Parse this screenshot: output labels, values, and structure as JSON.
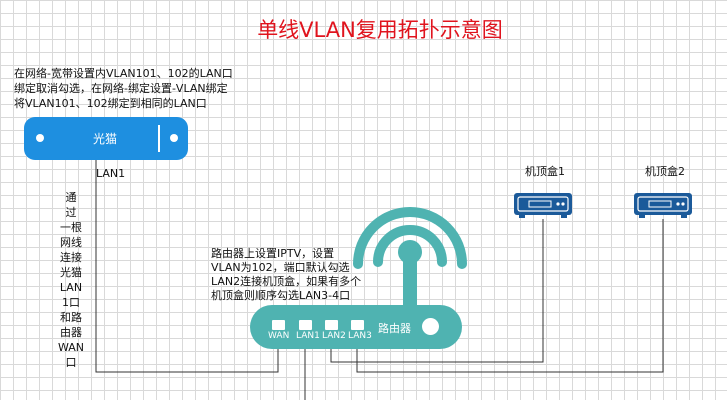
{
  "title": "单线VLAN复用拓扑示意图",
  "notes": {
    "modem": "在网络-宽带设置内VLAN101、102的LAN口\n绑定取消勾选，在网络-绑定设置-VLAN绑定\n将VLAN101、102绑定到相同的LAN口",
    "wire": "通\n过\n一根\n网线\n连接\n光猫\nLAN\n1口\n和路\n由器\nWAN\n口",
    "router": "路由器上设置IPTV，设置\nVLAN为102，端口默认勾选\nLAN2连接机顶盒，如果有多个\n机顶盒则顺序勾选LAN3-4口"
  },
  "modem": {
    "label": "光猫",
    "port_label": "LAN1"
  },
  "router": {
    "label": "路由器",
    "ports": [
      "WAN",
      "LAN1",
      "LAN2",
      "LAN3"
    ]
  },
  "stb": [
    {
      "label": "机顶盒1"
    },
    {
      "label": "机顶盒2"
    }
  ],
  "colors": {
    "title": "#e0141e",
    "modem": "#1e8fe0",
    "router": "#4fb3b1",
    "stb": "#1b5a9a"
  }
}
